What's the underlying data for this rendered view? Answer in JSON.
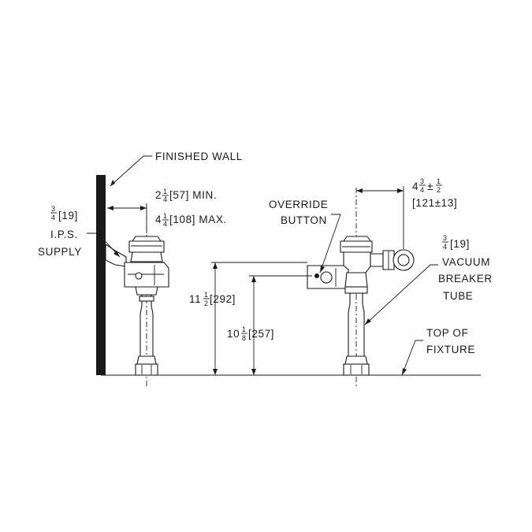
{
  "labels": {
    "finished_wall": "FINISHED WALL",
    "min_whole": "2",
    "min_num": "1",
    "min_den": "4",
    "min_rest": "[57] MIN.",
    "max_whole": "4",
    "max_num": "1",
    "max_den": "4",
    "max_rest": "[108] MAX.",
    "ips_num": "3",
    "ips_den": "4",
    "ips_rest": "[19]",
    "ips_line2": "I.P.S.",
    "ips_line3": "SUPPLY",
    "override_line1": "OVERRIDE",
    "override_line2": "BUTTON",
    "width_whole": "4",
    "width_num": "3",
    "width_den": "4",
    "width_pm": "±",
    "width_tol_num": "1",
    "width_tol_den": "2",
    "width_metric": "[121±13]",
    "vb_num": "3",
    "vb_den": "4",
    "vb_rest": "[19]",
    "vb_line2": "VACUUM",
    "vb_line3": "BREAKER",
    "vb_line4": "TUBE",
    "h1_whole": "11",
    "h1_num": "1",
    "h1_den": "2",
    "h1_rest": "[292]",
    "h2_whole": "10",
    "h2_num": "1",
    "h2_den": "8",
    "h2_rest": "[257]",
    "top_line1": "TOP OF",
    "top_line2": "FIXTURE"
  },
  "colors": {
    "ink": "#1a1a1a",
    "background": "#ffffff"
  }
}
